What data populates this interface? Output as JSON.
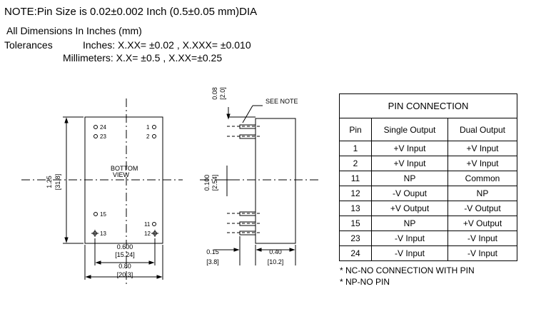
{
  "notes": {
    "pin_size": "NOTE:Pin Size is 0.02±0.002 Inch (0.5±0.05 mm)DIA",
    "units": "All Dimensions In Inches (mm)",
    "tolerances_label": "Tolerances",
    "tolerances_inches": "Inches: X.XX= ±0.02 , X.XXX= ±0.010",
    "tolerances_mm": "Millimeters: X.X= ±0.5 , X.XX=±0.25"
  },
  "bottom_view": {
    "title_line1": "BOTTOM",
    "title_line2": "VIEW",
    "pins": {
      "p24": "24",
      "p23": "23",
      "p1": "1",
      "p2": "2",
      "p15": "15",
      "p11": "11",
      "p13": "13",
      "p12": "12"
    },
    "height_in": "1.25",
    "height_mm": "[31.8]",
    "pin_span_in": "0.600",
    "pin_span_mm": "[15.24]",
    "width_in": "0.80",
    "width_mm": "[20.3]"
  },
  "side_view": {
    "see_note": "SEE NOTE",
    "pin_offset_in": "0.08",
    "pin_offset_mm": "[2.0]",
    "pin_pitch_in": "0.100",
    "pin_pitch_mm": "[2.54]",
    "pin_length_in": "0.15",
    "pin_length_mm": "[3.8]",
    "depth_in": "0.40",
    "depth_mm": "[10.2]"
  },
  "pin_table": {
    "title": "PIN CONNECTION",
    "headers": [
      "Pin",
      "Single Output",
      "Dual  Output"
    ],
    "rows": [
      [
        "1",
        "+V Input",
        "+V Input"
      ],
      [
        "2",
        "+V Input",
        "+V Input"
      ],
      [
        "11",
        "NP",
        "Common"
      ],
      [
        "12",
        "-V Ouput",
        "NP"
      ],
      [
        "13",
        "+V Output",
        "-V Output"
      ],
      [
        "15",
        "NP",
        "+V Output"
      ],
      [
        "23",
        "-V Input",
        "-V Input"
      ],
      [
        "24",
        "-V Input",
        "-V Input"
      ]
    ]
  },
  "footnotes": {
    "nc": "* NC-NO CONNECTION WITH PIN",
    "np": "* NP-NO PIN"
  }
}
